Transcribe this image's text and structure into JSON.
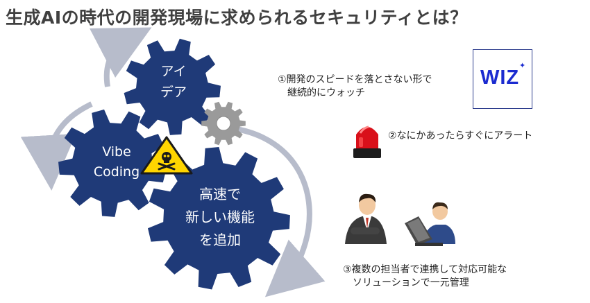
{
  "title": "生成AIの時代の開発現場に求められるセキュリティとは？",
  "gears": {
    "idea": "アイ\nデア",
    "vibe_coding": "Vibe\nCoding",
    "fast_features": "高速で\n新しい機能\nを追加"
  },
  "points": {
    "watch": "①開発のスピードを落とさない形で\n　継続的にウォッチ",
    "alert": "②なにかあったらすぐにアラート",
    "collaborate": "③複数の担当者で連携して対応可能な\n　ソリューションで一元管理"
  },
  "logo": {
    "word": "WIZ",
    "star": "✦"
  },
  "colors": {
    "gear_blue": "#1f3a78",
    "arrow_gray": "#b7bccb",
    "title_text": "#404040",
    "warning_yellow": "#ffd500",
    "siren_red": "#d9101a",
    "wiz_blue": "#1b2bd0"
  },
  "icons": [
    "skull-warning-icon",
    "small-gear-icon",
    "red-siren-icon",
    "businessman-icon",
    "laptop-worker-icon"
  ]
}
